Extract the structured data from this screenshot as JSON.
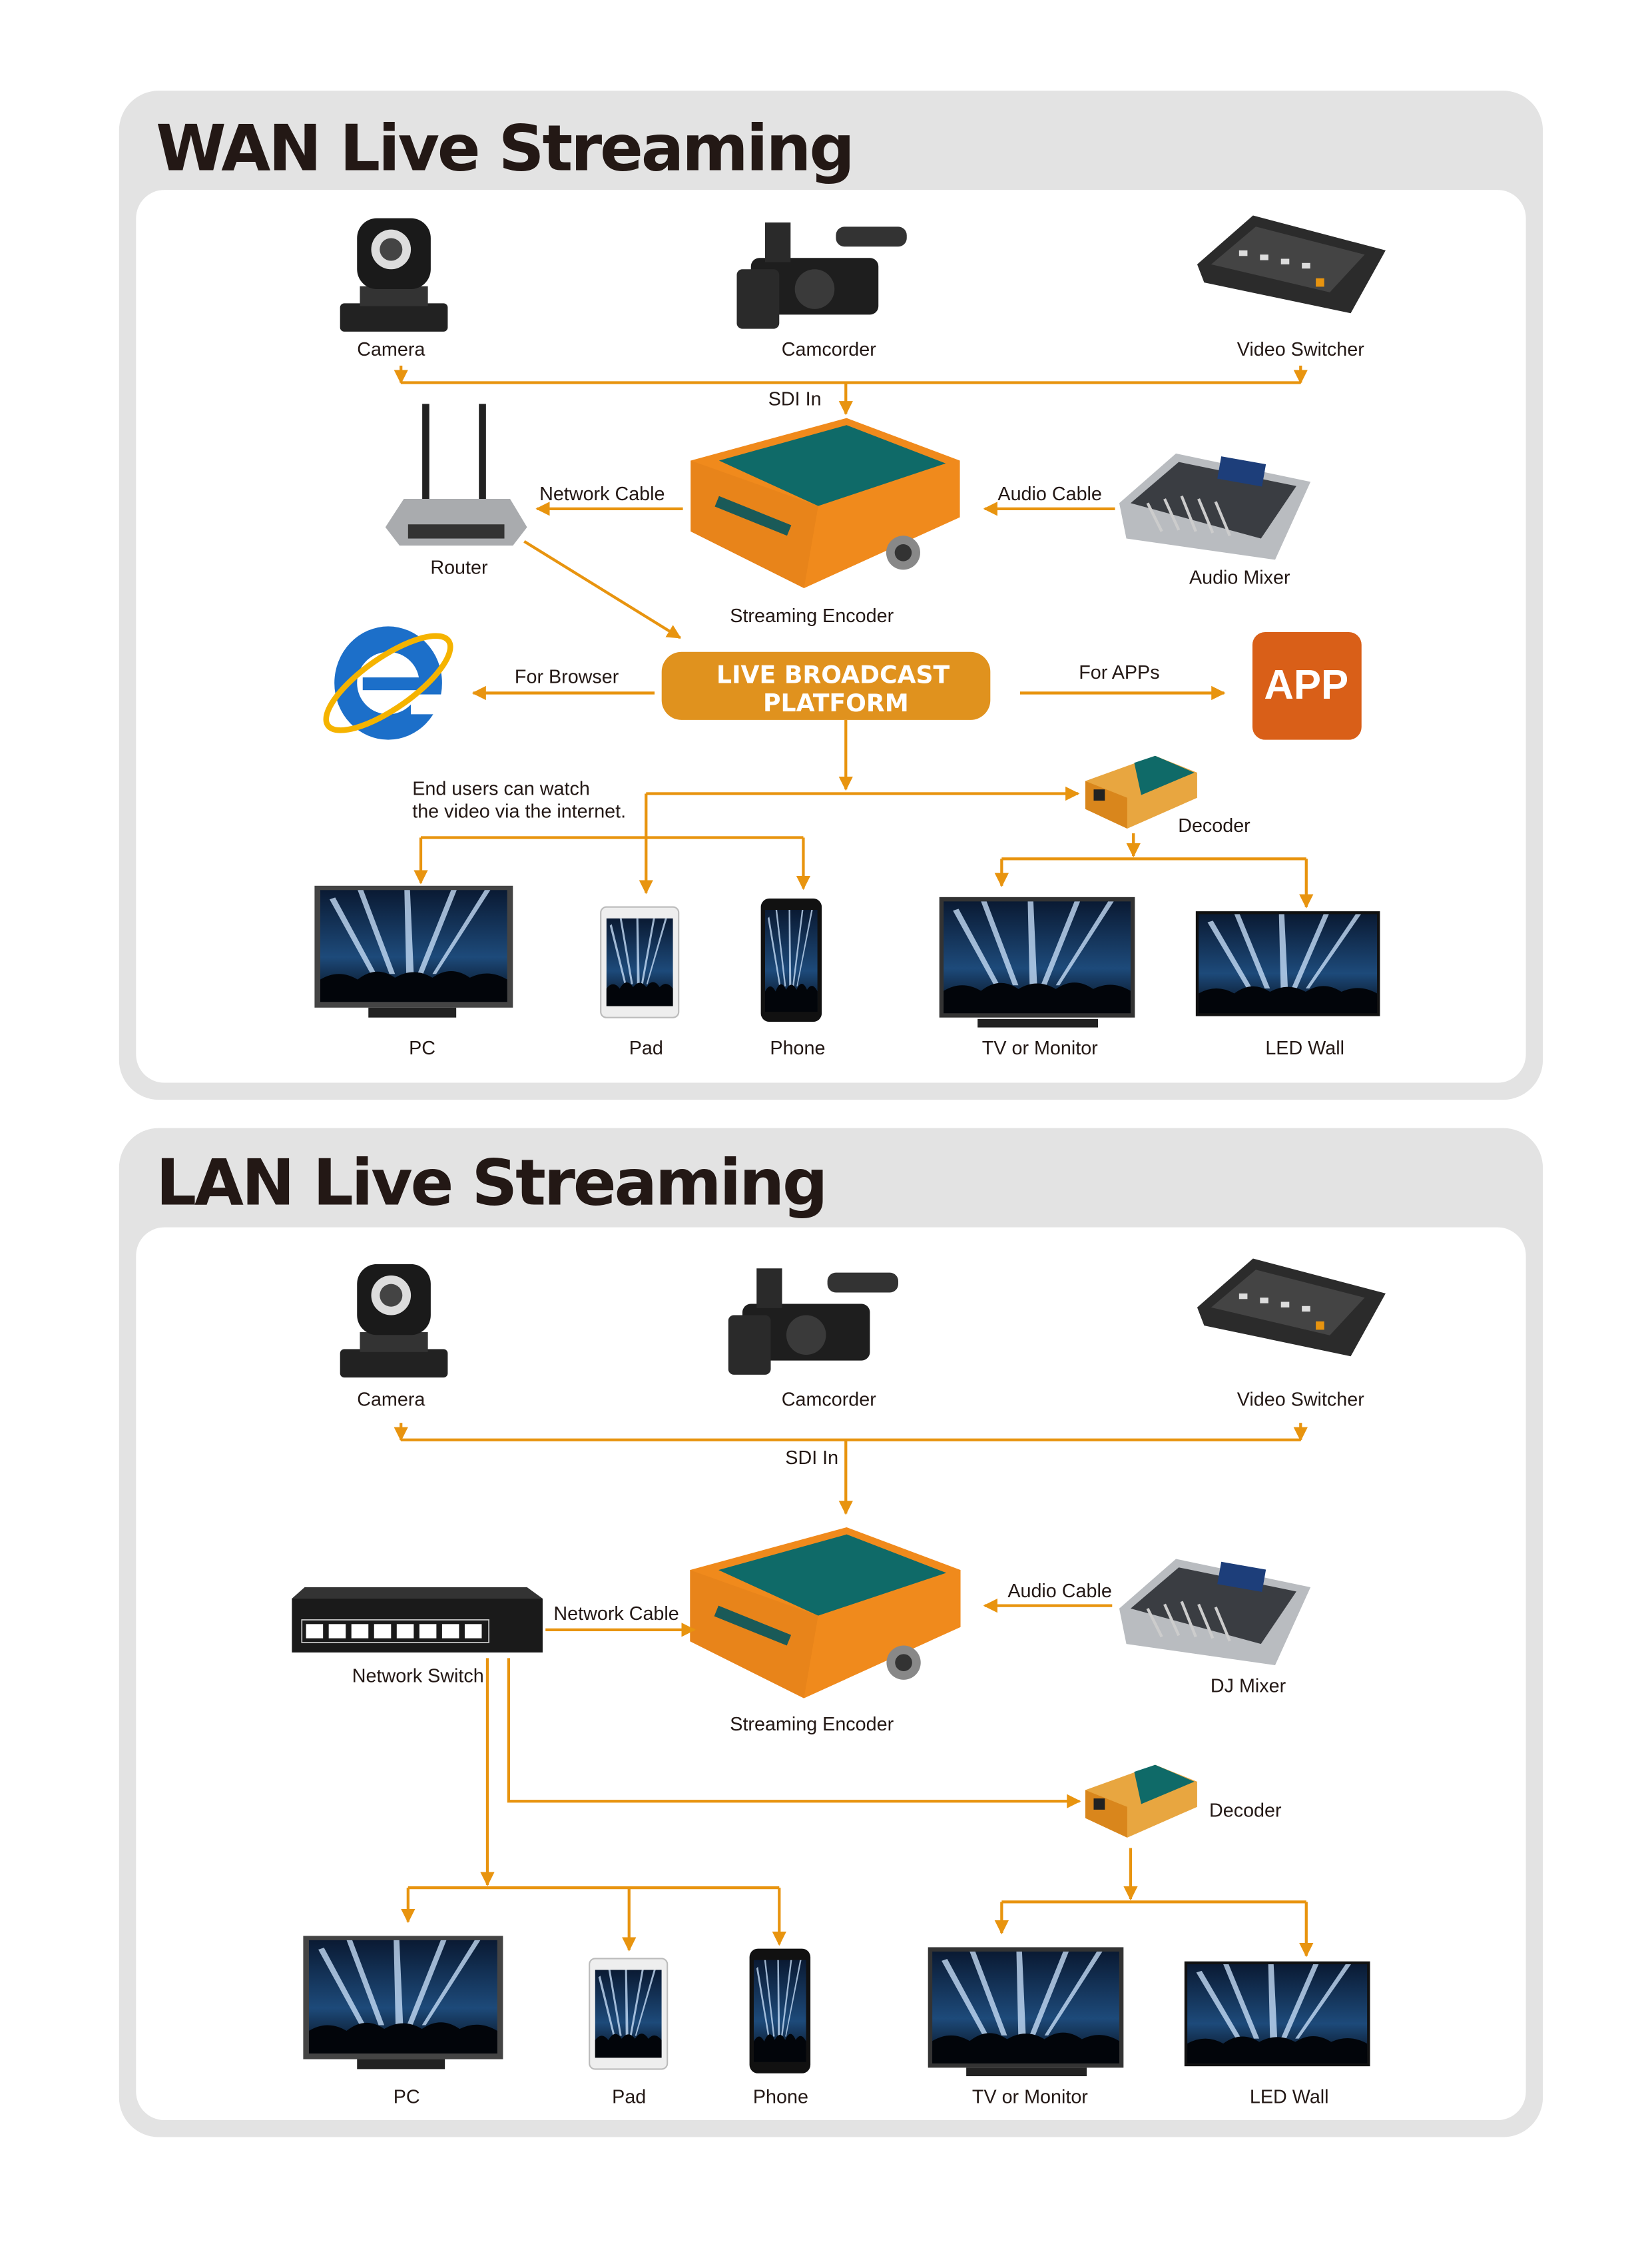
{
  "colors": {
    "panel_bg": "#e3e3e3",
    "accent_line": "#e8940f",
    "platform": "#e0921e",
    "app": "#d95f18",
    "text": "#231815"
  },
  "wan": {
    "title": "WAN Live Streaming",
    "camera": "Camera",
    "camcorder": "Camcorder",
    "video_switcher": "Video Switcher",
    "sdi_in": "SDI In",
    "router": "Router",
    "network_cable": "Network Cable",
    "streaming_encoder": "Streaming Encoder",
    "audio_cable": "Audio Cable",
    "audio_mixer": "Audio Mixer",
    "for_browser": "For Browser",
    "platform_line1": "LIVE BROADCAST",
    "platform_line2": "PLATFORM",
    "for_apps": "For APPs",
    "app": "APP",
    "end_users_line1": "End users can watch",
    "end_users_line2": "the video via the internet.",
    "decoder": "Decoder",
    "pc": "PC",
    "pad": "Pad",
    "phone": "Phone",
    "tv": "TV or Monitor",
    "led_wall": "LED Wall"
  },
  "lan": {
    "title": "LAN Live Streaming",
    "camera": "Camera",
    "camcorder": "Camcorder",
    "video_switcher": "Video Switcher",
    "sdi_in": "SDI In",
    "network_switch": "Network Switch",
    "network_cable": "Network Cable",
    "streaming_encoder": "Streaming Encoder",
    "audio_cable": "Audio Cable",
    "dj_mixer": "DJ Mixer",
    "decoder": "Decoder",
    "pc": "PC",
    "pad": "Pad",
    "phone": "Phone",
    "tv": "TV or Monitor",
    "led_wall": "LED Wall"
  }
}
